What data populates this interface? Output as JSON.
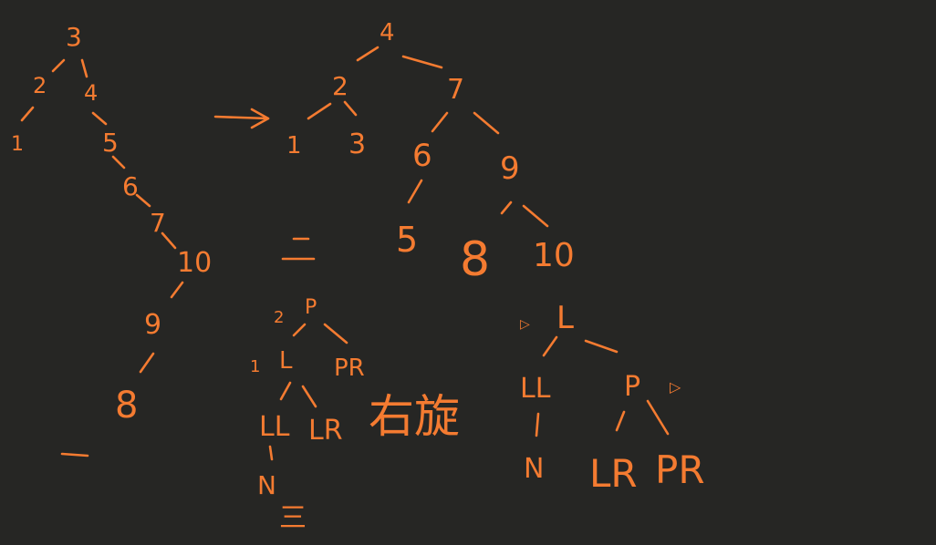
{
  "theme": {
    "background": "#262624",
    "ink": "#f47b31"
  },
  "tree_before": {
    "nodes": [
      "3",
      "2",
      "4",
      "1",
      "5",
      "6",
      "7",
      "10",
      "9",
      "8"
    ],
    "marker": "—"
  },
  "arrow": "→",
  "tree_after": {
    "nodes": [
      "4",
      "2",
      "7",
      "1",
      "3",
      "6",
      "9",
      "5",
      "8",
      "10"
    ]
  },
  "section_mark_2": "二",
  "rotation_before": {
    "prefix": "2",
    "nodes": [
      "P",
      "1",
      "L",
      "PR",
      "LL",
      "LR",
      "N"
    ]
  },
  "rotation_label": "右旋",
  "section_mark_3": "三",
  "rotation_after": {
    "nodes": [
      "L",
      "LL",
      "P",
      "N",
      "LR",
      "PR"
    ],
    "markers": [
      "▷",
      "▷"
    ]
  }
}
